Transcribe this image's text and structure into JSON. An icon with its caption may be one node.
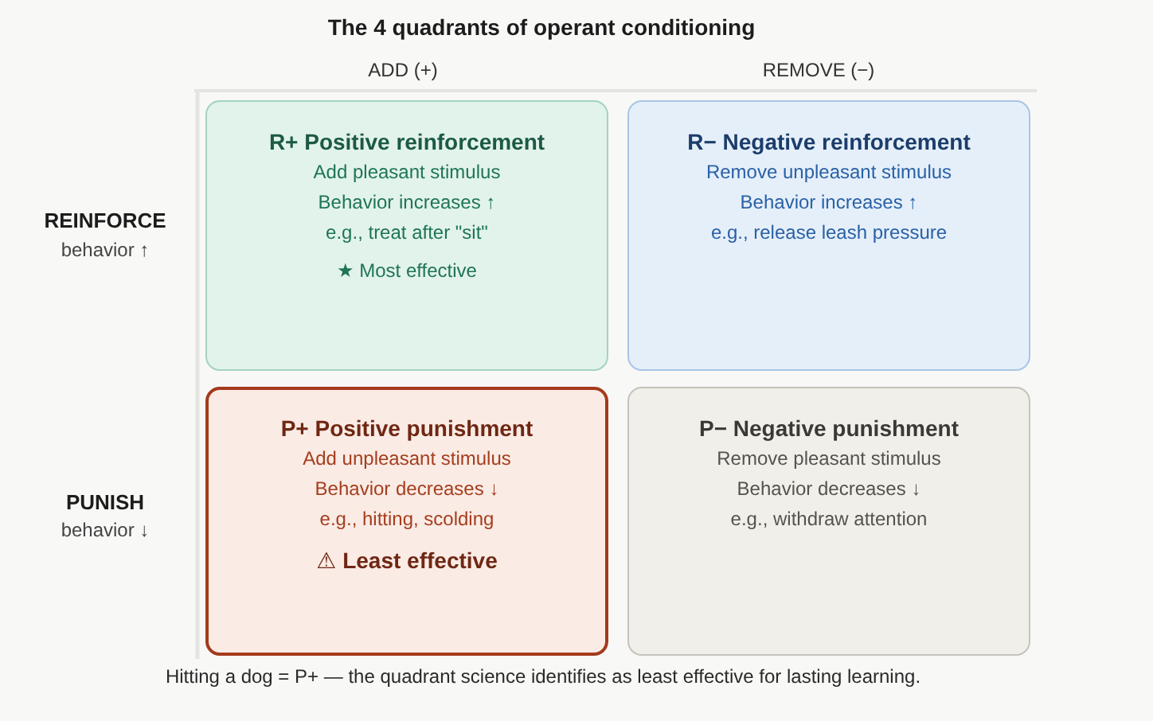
{
  "diagram": {
    "title": "The 4 quadrants of operant conditioning",
    "caption": "Hitting a dog = P+ — the quadrant science identifies as least effective for lasting learning.",
    "nodes": [
      {
        "text": [
          "R+ Positive reinforcement",
          "Add pleasant stimulus",
          "Behavior increases ↑",
          "e.g., treat after \"sit\"",
          "★ Most effective"
        ]
      },
      {
        "text": [
          "R− Negative reinforcement",
          "Remove unpleasant stimulus",
          "Behavior increases ↑",
          "e.g., release leash pressure"
        ]
      },
      {
        "text": [
          "P+ Positive punishment",
          "Add unpleasant stimulus",
          "Behavior decreases ↓",
          "e.g., hitting, scolding",
          "⚠ Least effective"
        ]
      },
      {
        "text": [
          "P− Negative punishment",
          "Remove pleasant stimulus",
          "Behavior decreases ↓",
          "e.g., withdraw attention"
        ]
      }
    ],
    "labels": [
      "ADD (+)",
      "REMOVE (−)",
      "REINFORCE",
      "behavior ↑",
      "PUNISH",
      "behavior ↓"
    ]
  }
}
